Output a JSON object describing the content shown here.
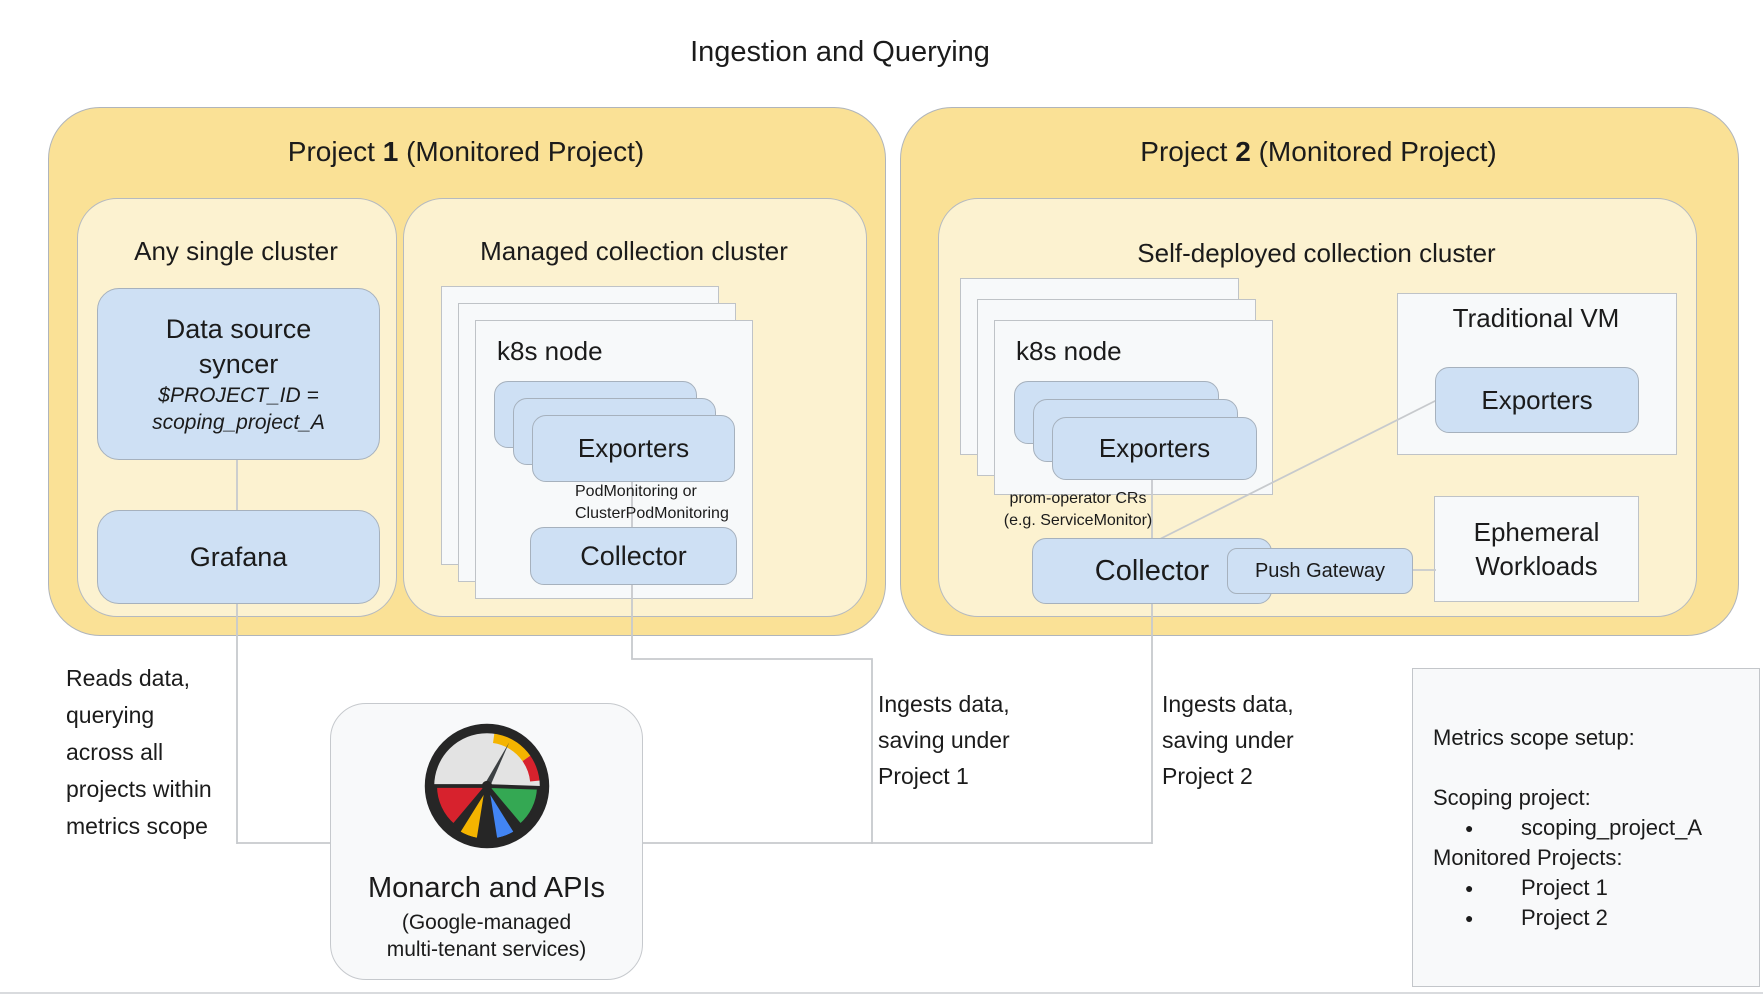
{
  "title": "Ingestion and Querying",
  "colors": {
    "project_fill": "#FAE196",
    "cluster_fill": "#FCF2D0",
    "node_fill": "#CEE0F4",
    "card_fill": "#F7F9FA",
    "panel_fill": "#F8F9FA",
    "connector": "#C7CACD",
    "icon_red": "#D7222D",
    "icon_yellow": "#F4B400",
    "icon_blue": "#4285F4",
    "icon_green": "#34A853",
    "icon_dark": "#262626",
    "icon_gray": "#E3E3E3"
  },
  "project1": {
    "title_prefix": "Project ",
    "title_num": "1",
    "title_suffix": " (Monitored Project)",
    "any_single_cluster": {
      "title": "Any single cluster",
      "data_source_syncer": "Data source\nsyncer",
      "env": "$PROJECT_ID =\nscoping_project_A",
      "grafana": "Grafana"
    },
    "managed_cluster": {
      "title": "Managed collection cluster",
      "k8s_node": "k8s node",
      "exporters": "Exporters",
      "caption": "PodMonitoring or\nClusterPodMonitoring",
      "collector": "Collector"
    }
  },
  "project2": {
    "title_prefix": "Project ",
    "title_num": "2",
    "title_suffix": " (Monitored Project)",
    "self_deployed_cluster": {
      "title": "Self-deployed collection cluster",
      "k8s_node": "k8s node",
      "exporters": "Exporters",
      "caption": "prom-operator CRs\n(e.g. ServiceMonitor)",
      "collector": "Collector",
      "push_gateway": "Push Gateway"
    },
    "traditional_vm": {
      "title": "Traditional VM",
      "exporters": "Exporters"
    },
    "ephemeral_workloads": "Ephemeral\nWorkloads"
  },
  "labels": {
    "reads": "Reads data,\nquerying\nacross all\nprojects within\nmetrics scope",
    "ingest_p1": "Ingests data,\nsaving under\nProject 1",
    "ingest_p2": "Ingests data,\nsaving under\nProject 2"
  },
  "monarch": {
    "title": "Monarch and APIs",
    "subtitle": "(Google-managed\nmulti-tenant services)"
  },
  "metrics_scope": {
    "title": "Metrics scope setup:",
    "scoping_label": "Scoping project:",
    "scoping_items": [
      "scoping_project_A"
    ],
    "monitored_label": "Monitored Projects:",
    "monitored_items": [
      "Project 1",
      "Project 2"
    ]
  }
}
